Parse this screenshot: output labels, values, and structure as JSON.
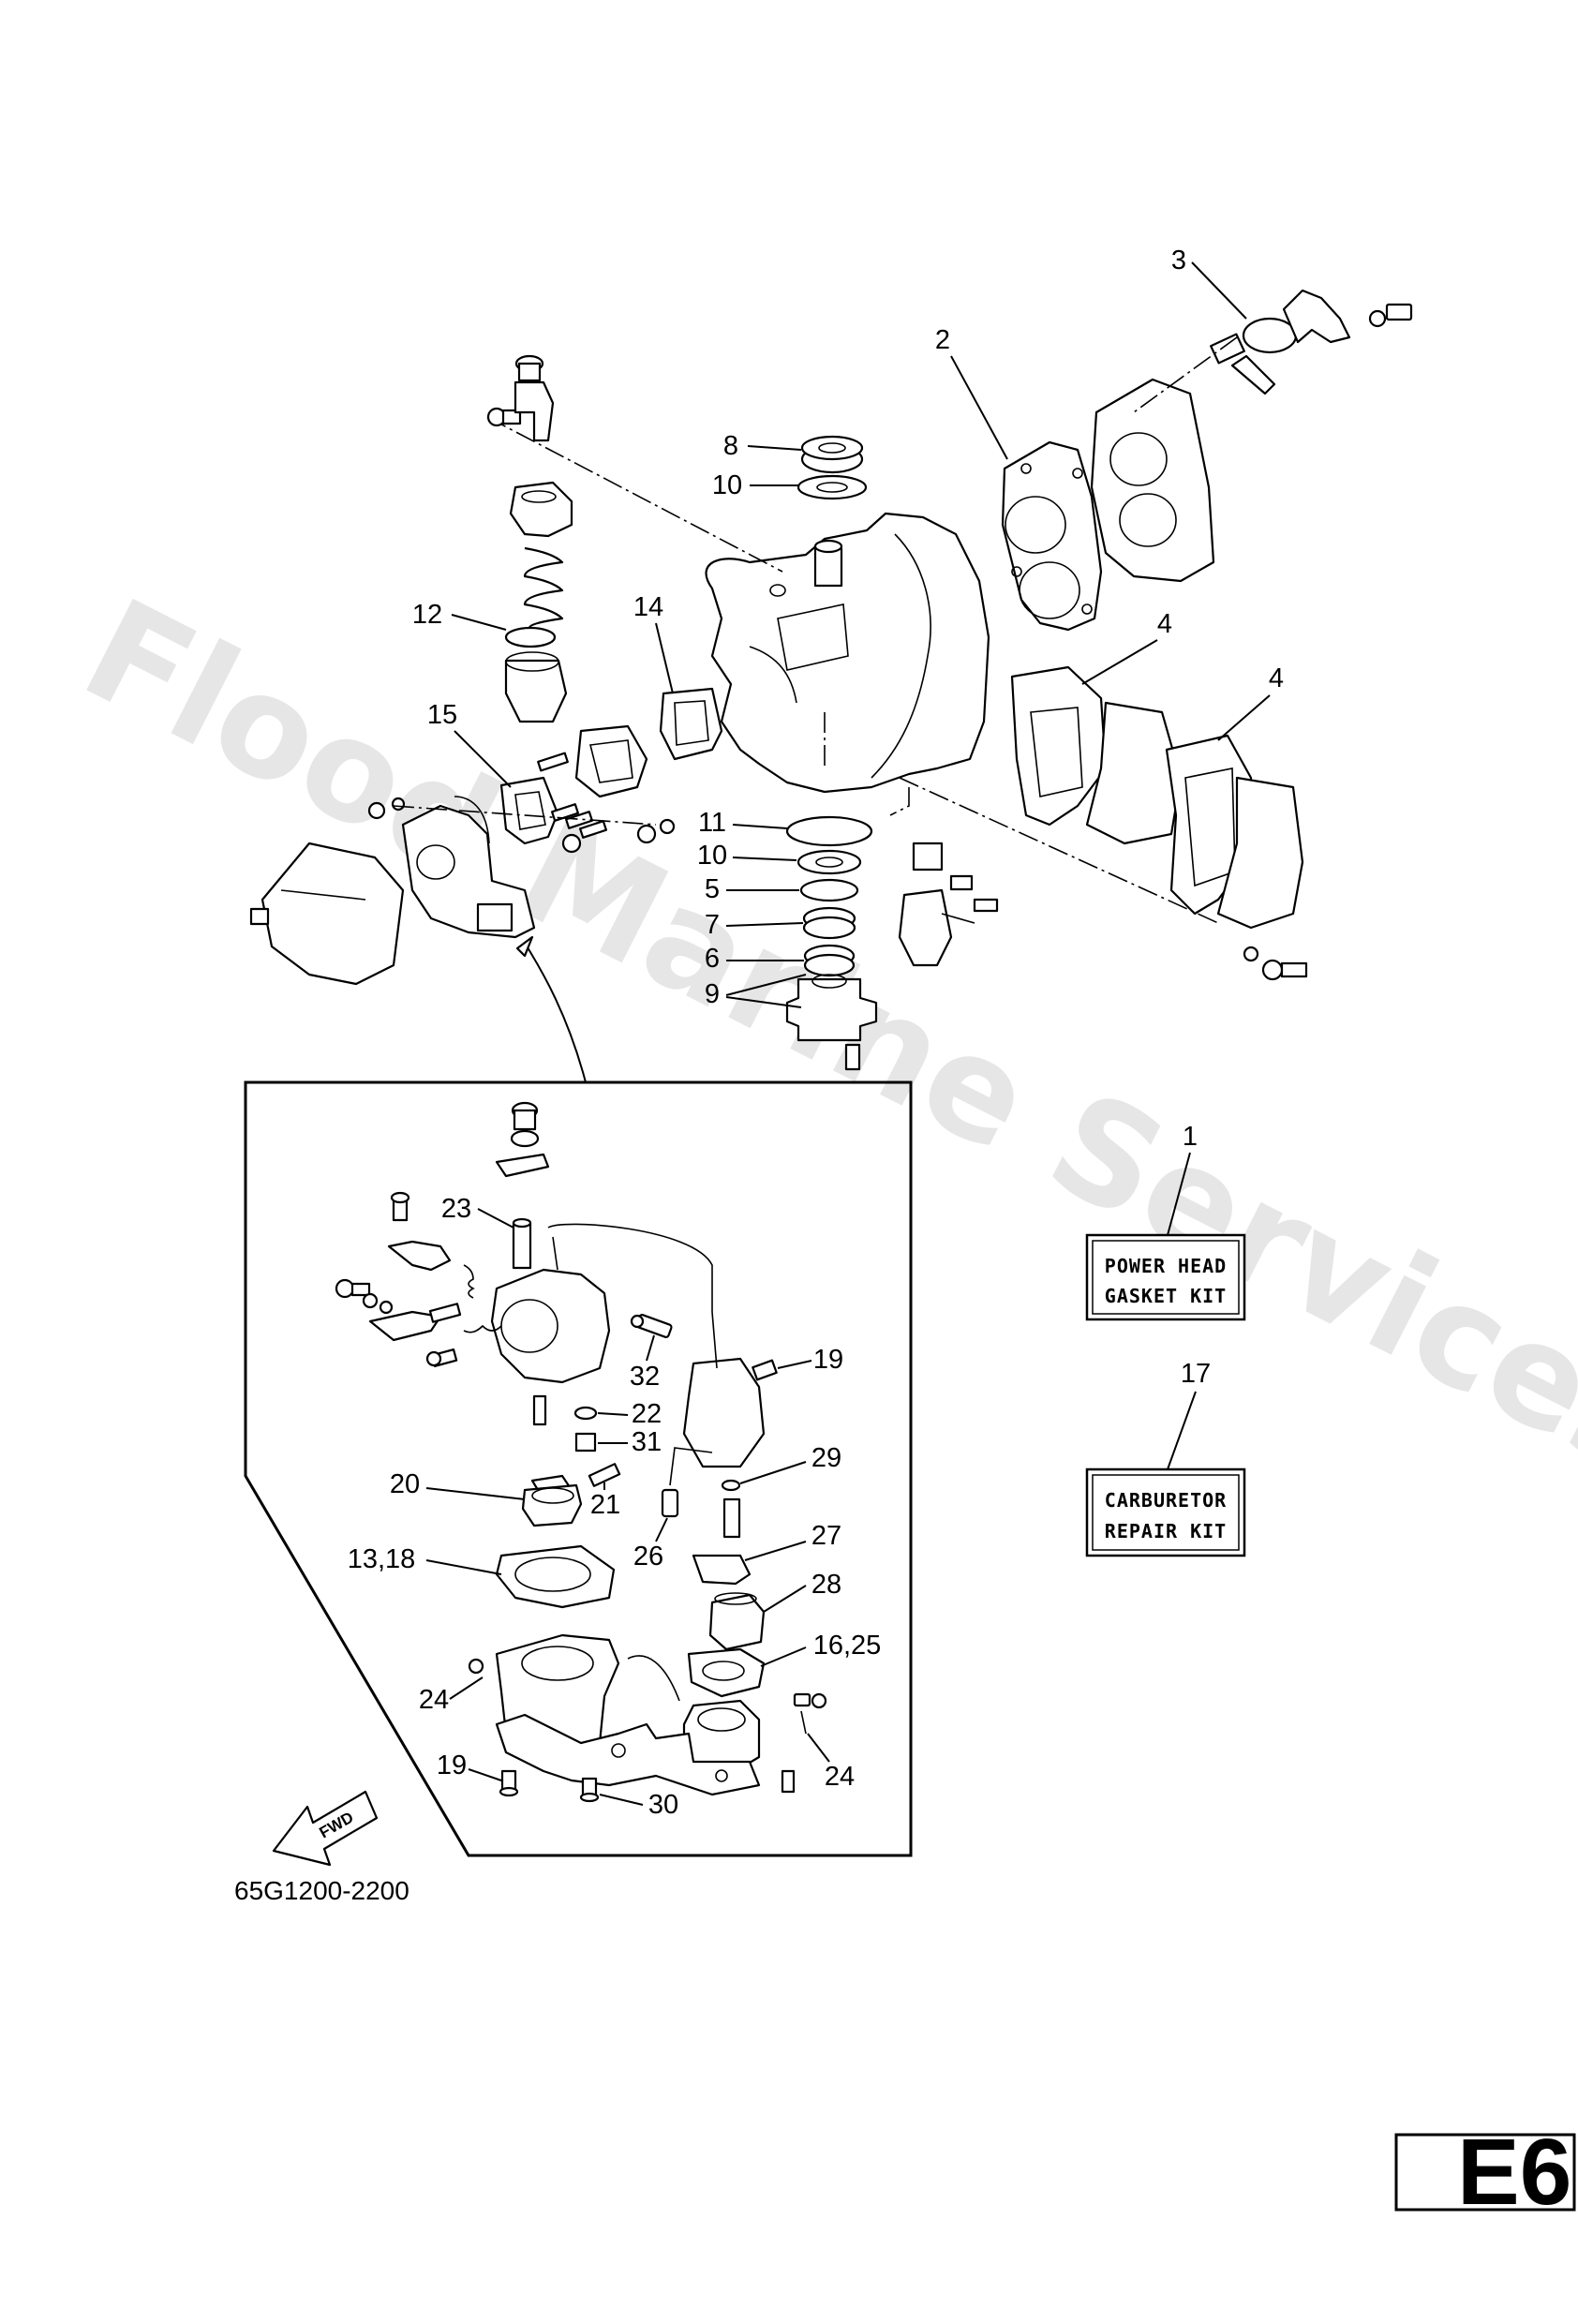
{
  "watermark": "Flood Marine Services",
  "diagram_code": "65G1200-2200",
  "page_tag": "E6",
  "fwd_label": "FWD",
  "kits": {
    "power_head": {
      "number": "1",
      "line1": "POWER HEAD",
      "line2": "GASKET KIT"
    },
    "carburetor": {
      "number": "17",
      "line1": "CARBURETOR",
      "line2": "REPAIR KIT"
    }
  },
  "callouts": {
    "c3": "3",
    "c2": "2",
    "c8": "8",
    "c10a": "10",
    "c12": "12",
    "c14": "14",
    "c4a": "4",
    "c4b": "4",
    "c15": "15",
    "c11": "11",
    "c10b": "10",
    "c5": "5",
    "c7": "7",
    "c6": "6",
    "c9": "9",
    "c23": "23",
    "c32": "32",
    "c19a": "19",
    "c22": "22",
    "c31": "31",
    "c29": "29",
    "c20": "20",
    "c21": "21",
    "c26": "26",
    "c27": "27",
    "c13_18": "13,18",
    "c28": "28",
    "c16_25": "16,25",
    "c24a": "24",
    "c24b": "24",
    "c19b": "19",
    "c30": "30"
  }
}
